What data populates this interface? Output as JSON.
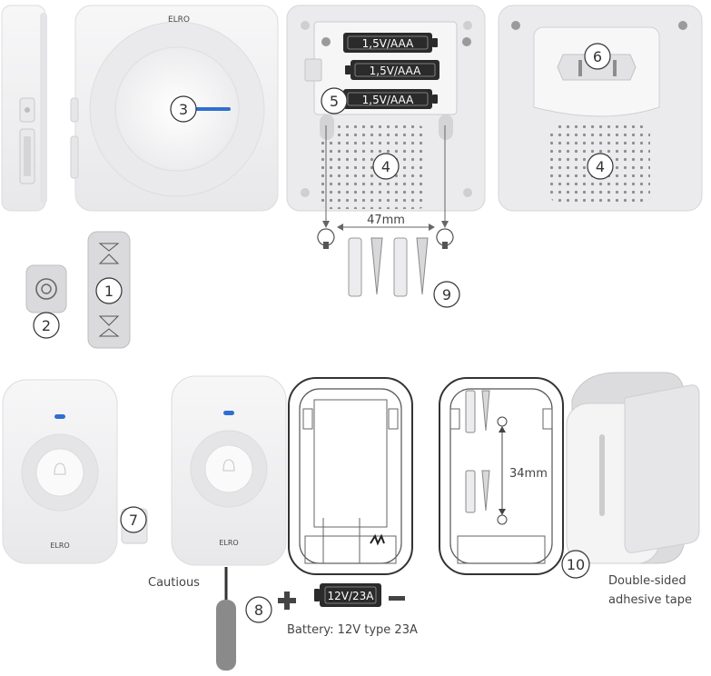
{
  "brand": "ELRO",
  "callouts": {
    "c1": "1",
    "c2": "2",
    "c3": "3",
    "c4a": "4",
    "c4b": "4",
    "c5": "5",
    "c6": "6",
    "c7": "7",
    "c8": "8",
    "c9": "9",
    "c10": "10"
  },
  "batteries": [
    "1,5V/AAA",
    "1,5V/AAA",
    "1,5V/AAA"
  ],
  "dimensions": {
    "receiver_holes": "47mm",
    "button_holes": "34mm"
  },
  "labels": {
    "cautious": "Cautious",
    "battery_type": "Battery: 12V type 23A",
    "battery_cell": "12V/23A",
    "tape_line1": "Double-sided",
    "tape_line2": "adhesive tape"
  },
  "colors": {
    "device": "#f1f1f2",
    "edge": "#d9d9db",
    "led": "#2f6fd0",
    "battery": "#2b2b2b",
    "screwdriver": "#8a8a8a"
  }
}
